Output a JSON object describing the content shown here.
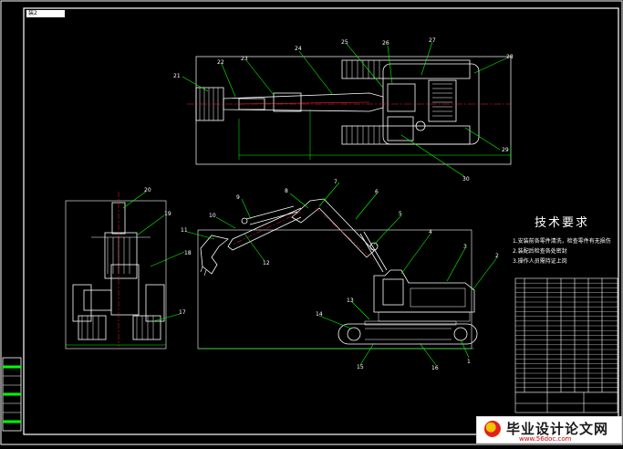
{
  "frame_title": "装2",
  "technical": {
    "title": "技术要求",
    "notes": [
      "1.安装前各零件清洗，检查零件有无损伤",
      "2.装配后检查各处密封",
      "3.操作人员需持证上岗"
    ]
  },
  "part_labels": [
    "1",
    "2",
    "3",
    "4",
    "5",
    "6",
    "7",
    "8",
    "9",
    "10",
    "11",
    "12",
    "13",
    "14",
    "15",
    "16",
    "17",
    "18",
    "19",
    "20",
    "21",
    "22",
    "23",
    "24",
    "25",
    "26",
    "27",
    "28",
    "29",
    "30"
  ],
  "watermark": {
    "title": "毕业设计论文网",
    "url": "www.56doc.com"
  },
  "colors": {
    "outline": "#ffffff",
    "leader": "#00c000",
    "center": "#ff2020",
    "accent": "#00ffff"
  }
}
